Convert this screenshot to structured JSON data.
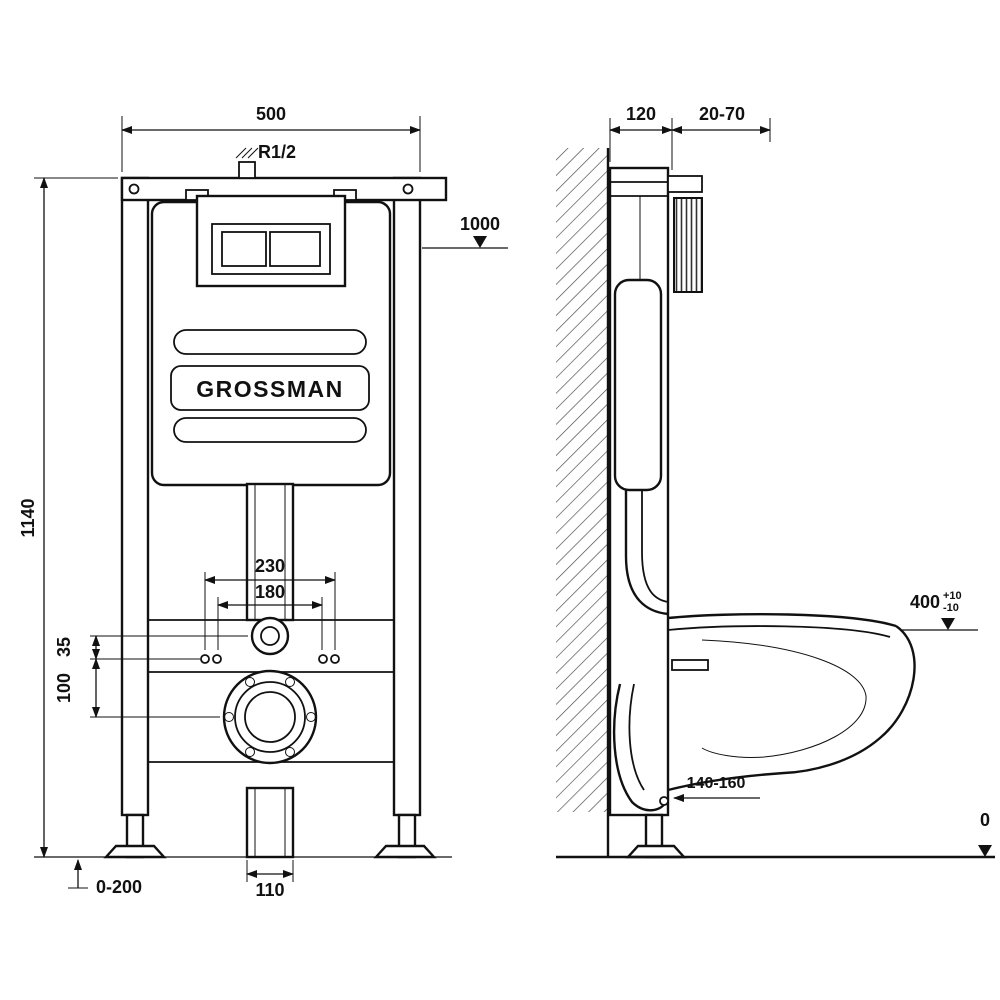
{
  "brand": "GROSSMAN",
  "front_view": {
    "width": "500",
    "inlet_thread": "R1/2",
    "level_1000": "1000",
    "total_height": "1140",
    "spacing_230": "230",
    "spacing_180": "180",
    "offset_35": "35",
    "offset_100": "100",
    "drain_width": "110",
    "foot_adjust": "0-200"
  },
  "side_view": {
    "frame_depth": "120",
    "finish_range": "20-70",
    "bowl_height": "400",
    "bowl_height_tol_plus": "+10",
    "bowl_height_tol_minus": "-10",
    "outlet_height_range": "140-160",
    "floor_level": "0"
  }
}
